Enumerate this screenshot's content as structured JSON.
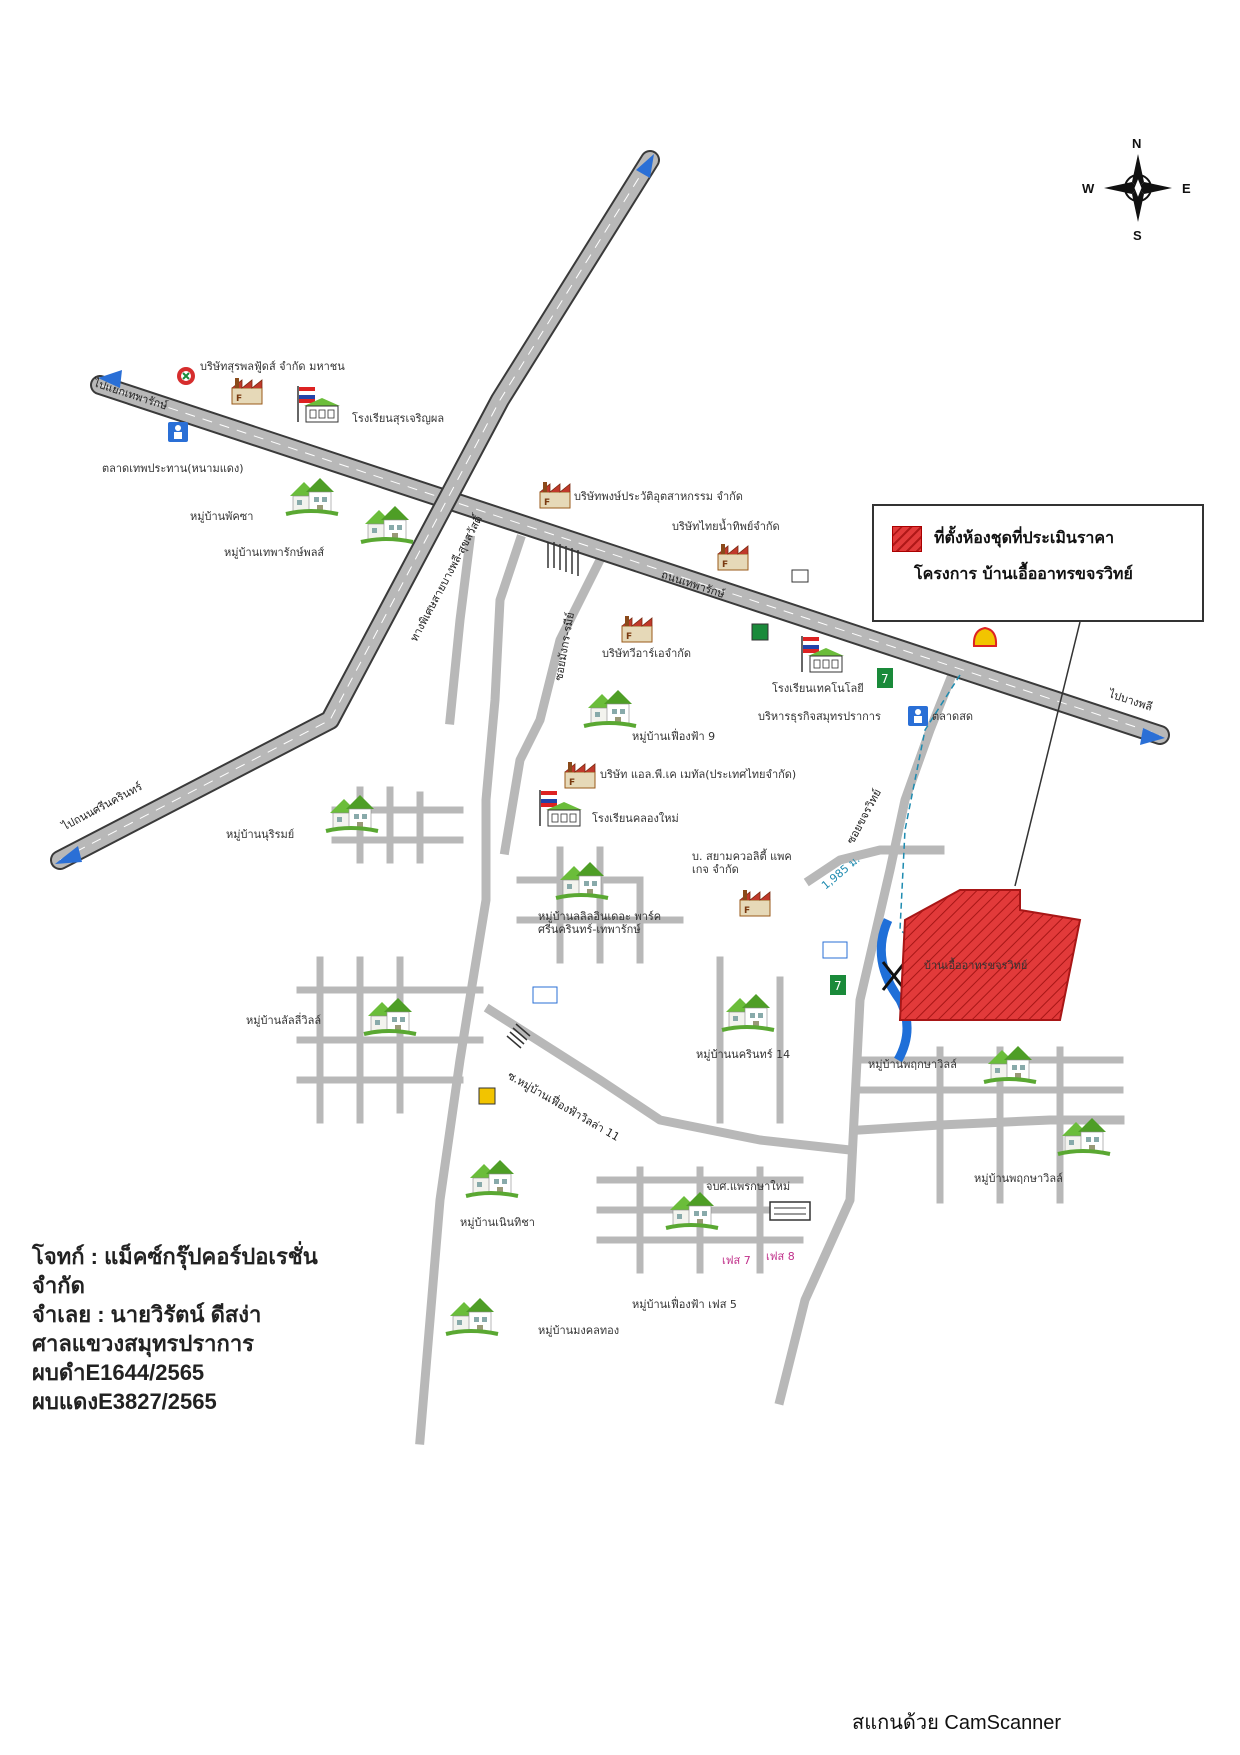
{
  "compass": {
    "n": "N",
    "s": "S",
    "e": "E",
    "w": "W"
  },
  "legend": {
    "line1": "ที่ตั้งห้องชุดที่ประเมินราคา",
    "line2": "โครงการ บ้านเอื้ออาทรขจรวิทย์",
    "color": "#e23a3a"
  },
  "roads": {
    "to_thepharak_junction": "ไปแยกเทพารักษ์",
    "to_bangphli": "ไปบางพลี",
    "to_srinakarin": "ไปถนนศรีนครินทร์",
    "thepharak_road": "ถนนเทพารักษ์",
    "highway_bangphli_suksawat": "ทางพิเศษสายบางพลี-สุขสวัสดิ์",
    "soi_mangkorn_ramee": "ซอยมังกร-รมีย์",
    "soi_khajornwit": "ซอยขจรวิทย์",
    "soi_village_phueangfa": "ซ.หมู่บ้านเฟื่องฟ้าวิลล่า 11",
    "distance": "1,985 ม."
  },
  "places": {
    "company_sun_food": "บริษัทสุรพลฟู้ดส์ จำกัด มหาชน",
    "school_surachiphon": "โรงเรียนสุรเจริญผล",
    "market_thep_prathan": "ตลาดเทพประทาน(หนามแดง)",
    "village_phatsara": "หมู่บ้านพัคซา",
    "village_thepharak_phon": "หมู่บ้านเทพารักษ์พลส์",
    "company_phongprawat": "บริษัทพงษ์ประวัติอุตสาหกรรม จำกัด",
    "company_thai_namthip": "บริษัทไทยน้ำทิพย์จำกัด",
    "company_viva": "บริษัทวีอาร์เอจำกัด",
    "school_technology": "โรงเรียนเทคโนโลยี",
    "school_admin": "บริหารธุรกิจสมุทรปราการ",
    "market_right": "ตลาดสด",
    "village_phueangfa_9": "หมู่บ้านเฟื่องฟ้า 9",
    "company_lpk": "บริษัท แอล.พี.เค เมทัล(ประเทศไทยจำกัด)",
    "school_khlong_mai": "โรงเรียนคลองใหม่",
    "village_nonthirom": "หมู่บ้านนุริรมย์",
    "company_siam": "บ. สยามควอลิตี้ แพคเกจ จำกัด",
    "village_lalin": "หมู่บ้านลลิลอินเดอะ พาร์ค ศรีนครินทร์-เทพารักษ์",
    "village_lalisa": "หมู่บ้านลัลลี่วิลล์",
    "village_nakharin_14": "หมู่บ้านนครินทร์ 14",
    "village_phruksa_ville": "หมู่บ้านพฤกษาวิลล์",
    "village_phruksa_ville_lower": "หมู่บ้านพฤกษาวิลล์",
    "village_nernthicha": "หมู่บ้านเนินทิชา",
    "school_cbs": "จบศ.แพรกษาใหม่",
    "village_phueangfa_5": "หมู่บ้านเฟื่องฟ้า เฟส 5",
    "village_mongkhon": "หมู่บ้านมงคลทอง",
    "phase_7": "เฟส 7",
    "phase_8": "เฟส 8",
    "parcel_label": "บ้านเอื้ออาทรขจรวิทย์"
  },
  "case_info": {
    "plaintiff": "โจทก์ : แม็คซ์กรุ๊ปคอร์ปอเรชั่น",
    "plaintiff2": "จำกัด",
    "defendant": "จำเลย : นายวิรัตน์ ดีสง่า",
    "court": "ศาลแขวงสมุทรปราการ",
    "black_case": "ผบดำE1644/2565",
    "red_case": "ผบแดงE3827/2565"
  },
  "footer": "สแกนด้วย CamScanner",
  "colors": {
    "road": "#b8b8b8",
    "highway_edge": "#3a3a3a",
    "arrow": "#2a6fd6",
    "parcel": "#e23a3a",
    "green": "#6bbd3a",
    "water": "#1f6fd8"
  }
}
